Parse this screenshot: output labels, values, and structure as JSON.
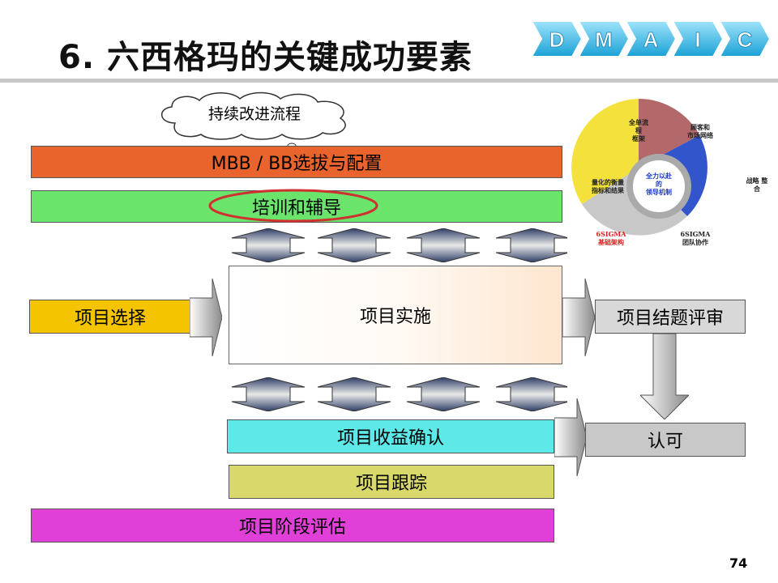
{
  "slide": {
    "title": "6. 六西格玛的关键成功要素",
    "page_number": "74"
  },
  "dmaic": {
    "letters": [
      "D",
      "M",
      "A",
      "I",
      "C"
    ],
    "color": "#29b7e6"
  },
  "cloud": {
    "text": "持续改进流程"
  },
  "bars": {
    "mbb": "MBB / BB选拔与配置",
    "training": "培训和辅导",
    "selection": "项目选择",
    "implementation": "项目实施",
    "review": "项目结题评审",
    "benefit": "项目收益确认",
    "approval": "认可",
    "tracking": "项目跟踪",
    "evaluation": "项目阶段评估"
  },
  "wheel": {
    "segments": [
      {
        "label": "全单流程框架"
      },
      {
        "label": "顾客和市场网络"
      },
      {
        "label": "量化的衡量指标和结果"
      },
      {
        "label": "全力以赴的领导机制"
      }
    ],
    "labels": {
      "top": "全单流\n程\n框架",
      "right_top": "顾客和\n市场网络",
      "right": "战略 整\n合",
      "left": "量化的衡量\n指标和结果",
      "center": "全力以赴\n的\n领导机制",
      "bottom_left": "6SIGMA\n基础架构",
      "bottom_right": "6SIGMA\n团队协作"
    },
    "colors": {
      "dark_red": "#8b1a1a",
      "blue": "#3355cc",
      "yellow": "#f4e13b",
      "gray": "#c8c8c8",
      "accent_red": "#e02020"
    }
  },
  "colors": {
    "mbb_bar": "#e8642c",
    "training_bar": "#6be46b",
    "selection_bar": "#f5c400",
    "review_bar": "#d8d8d8",
    "benefit_bar": "#5ee8e8",
    "approval_bar": "#c8c8c8",
    "tracking_bar": "#d8d86b",
    "evaluation_bar": "#e040d8",
    "highlight_oval": "#d03030"
  }
}
